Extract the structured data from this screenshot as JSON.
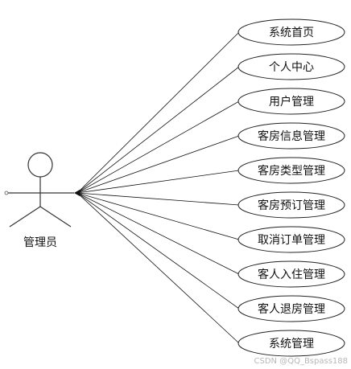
{
  "actor": {
    "label": "管理员"
  },
  "use_cases": [
    "系统首页",
    "个人中心",
    "用户管理",
    "客房信息管理",
    "客房类型管理",
    "客房预订管理",
    "取消订单管理",
    "客人入住管理",
    "客人退房管理",
    "系统管理"
  ],
  "watermark": "CSDN @QQ_Bspass188",
  "colors": {
    "line": "#111111",
    "background": "#ffffff"
  }
}
